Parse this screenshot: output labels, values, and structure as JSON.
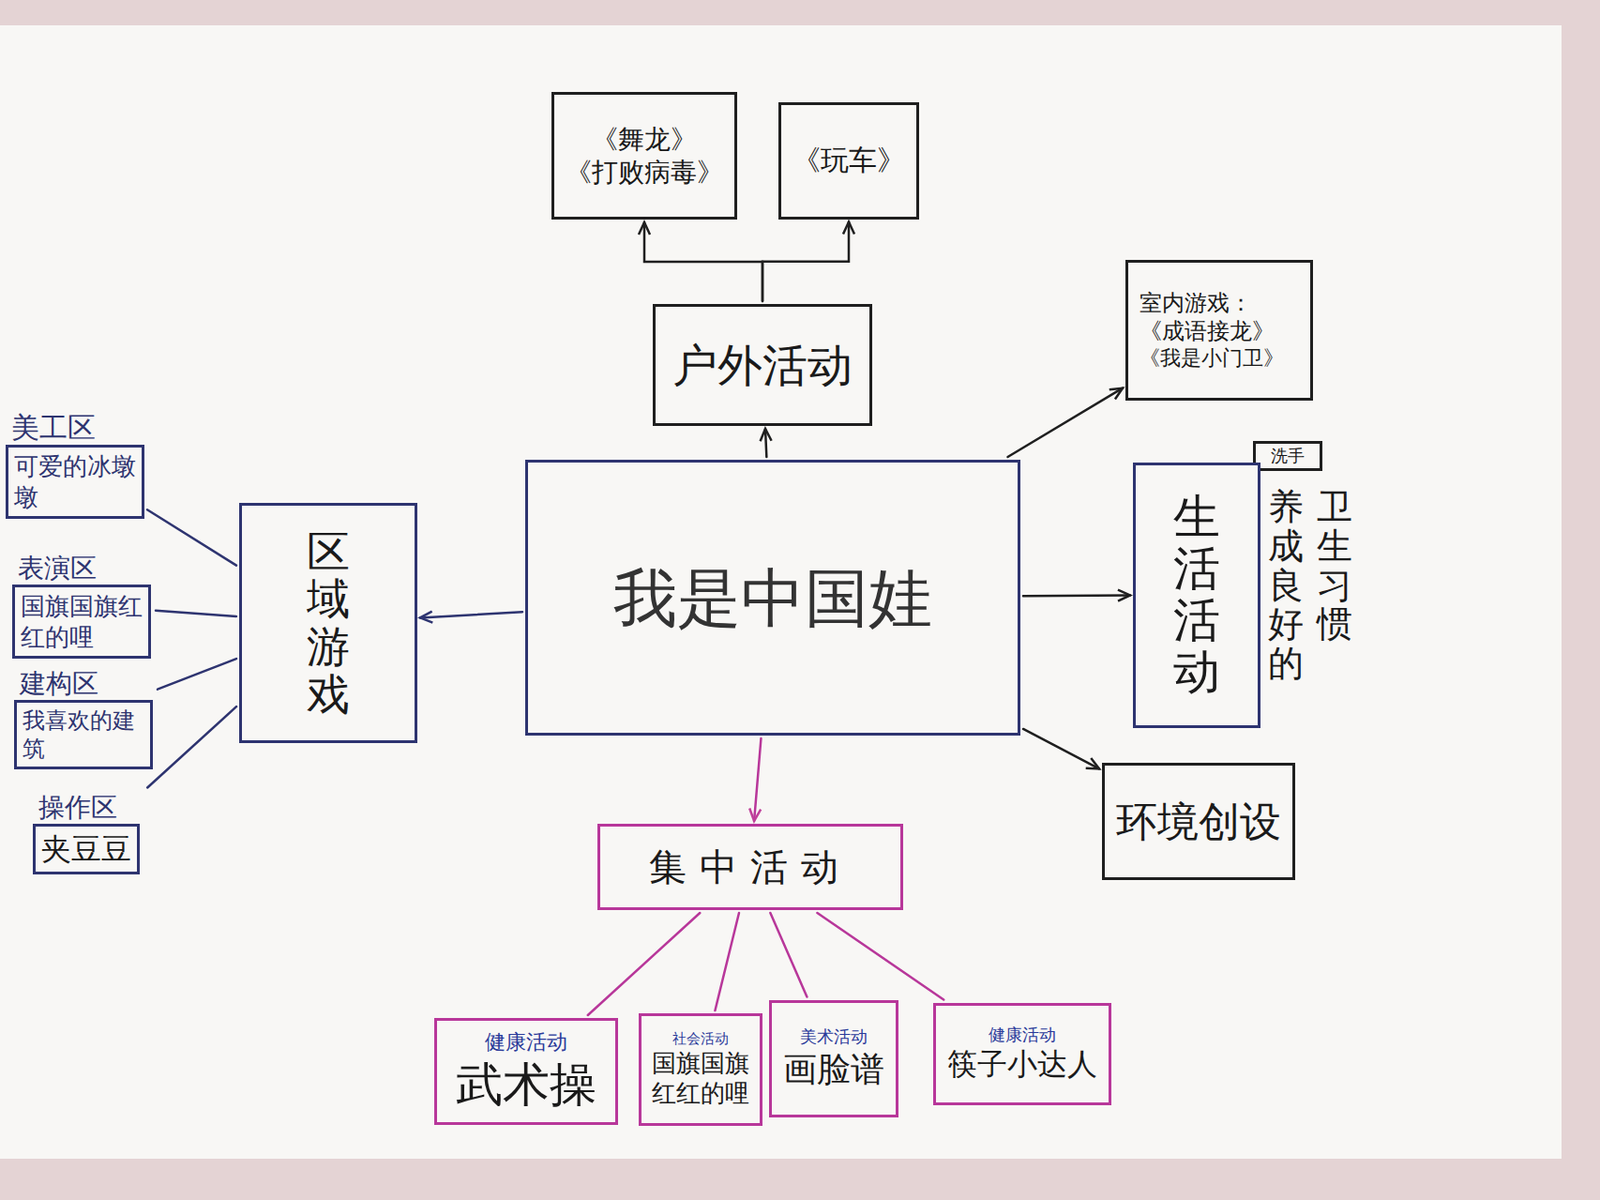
{
  "diagram": {
    "nodes": [
      {
        "text": [
          "《舞龙》",
          "《打败病毒》"
        ]
      },
      {
        "text": [
          "《玩车》"
        ]
      },
      {
        "text": [
          "户外活动"
        ]
      },
      {
        "text": [
          "室内游戏：",
          "《成语接龙》",
          "《我是小门卫》"
        ]
      },
      {
        "text": [
          "美工区",
          "可爱的冰墩墩"
        ]
      },
      {
        "text": [
          "区域游戏"
        ]
      },
      {
        "text": [
          "我是中国娃"
        ]
      },
      {
        "text": [
          "洗手"
        ]
      },
      {
        "text": [
          "生活活动"
        ]
      },
      {
        "text": [
          "表演区",
          "国旗国旗红红的哩"
        ]
      },
      {
        "text": [
          "建构区",
          "我喜欢的建筑"
        ]
      },
      {
        "text": [
          "操作区",
          "夹豆豆"
        ]
      },
      {
        "text": [
          "环境创设"
        ]
      },
      {
        "text": [
          "集中活动"
        ]
      },
      {
        "text": [
          "健康活动",
          "武术操"
        ]
      },
      {
        "text": [
          "社会活动",
          "国旗国旗红红的哩"
        ]
      },
      {
        "text": [
          "美术活动",
          "画脸谱"
        ]
      },
      {
        "text": [
          "健康活动",
          "筷子小达人"
        ]
      }
    ],
    "edges": [
      {
        "from": 6,
        "to": 2,
        "arrow": "to"
      },
      {
        "from": 2,
        "to": 0,
        "arrow": "to"
      },
      {
        "from": 2,
        "to": 1,
        "arrow": "to"
      },
      {
        "from": 6,
        "to": 3,
        "arrow": "to"
      },
      {
        "from": 6,
        "to": 8,
        "arrow": "to"
      },
      {
        "from": 6,
        "to": 12,
        "arrow": "to"
      },
      {
        "from": 6,
        "to": 13,
        "arrow": "to"
      },
      {
        "from": 6,
        "to": 5,
        "arrow": "to"
      },
      {
        "from": 5,
        "to": 4,
        "arrow": "none"
      },
      {
        "from": 5,
        "to": 9,
        "arrow": "none"
      },
      {
        "from": 5,
        "to": 10,
        "arrow": "none"
      },
      {
        "from": 5,
        "to": 11,
        "arrow": "none"
      },
      {
        "from": 13,
        "to": 14,
        "arrow": "none"
      },
      {
        "from": 13,
        "to": 15,
        "arrow": "none"
      },
      {
        "from": 13,
        "to": 16,
        "arrow": "none"
      },
      {
        "from": 13,
        "to": 17,
        "arrow": "none"
      }
    ],
    "labels": [
      "养成良好的",
      "卫生习惯"
    ]
  }
}
